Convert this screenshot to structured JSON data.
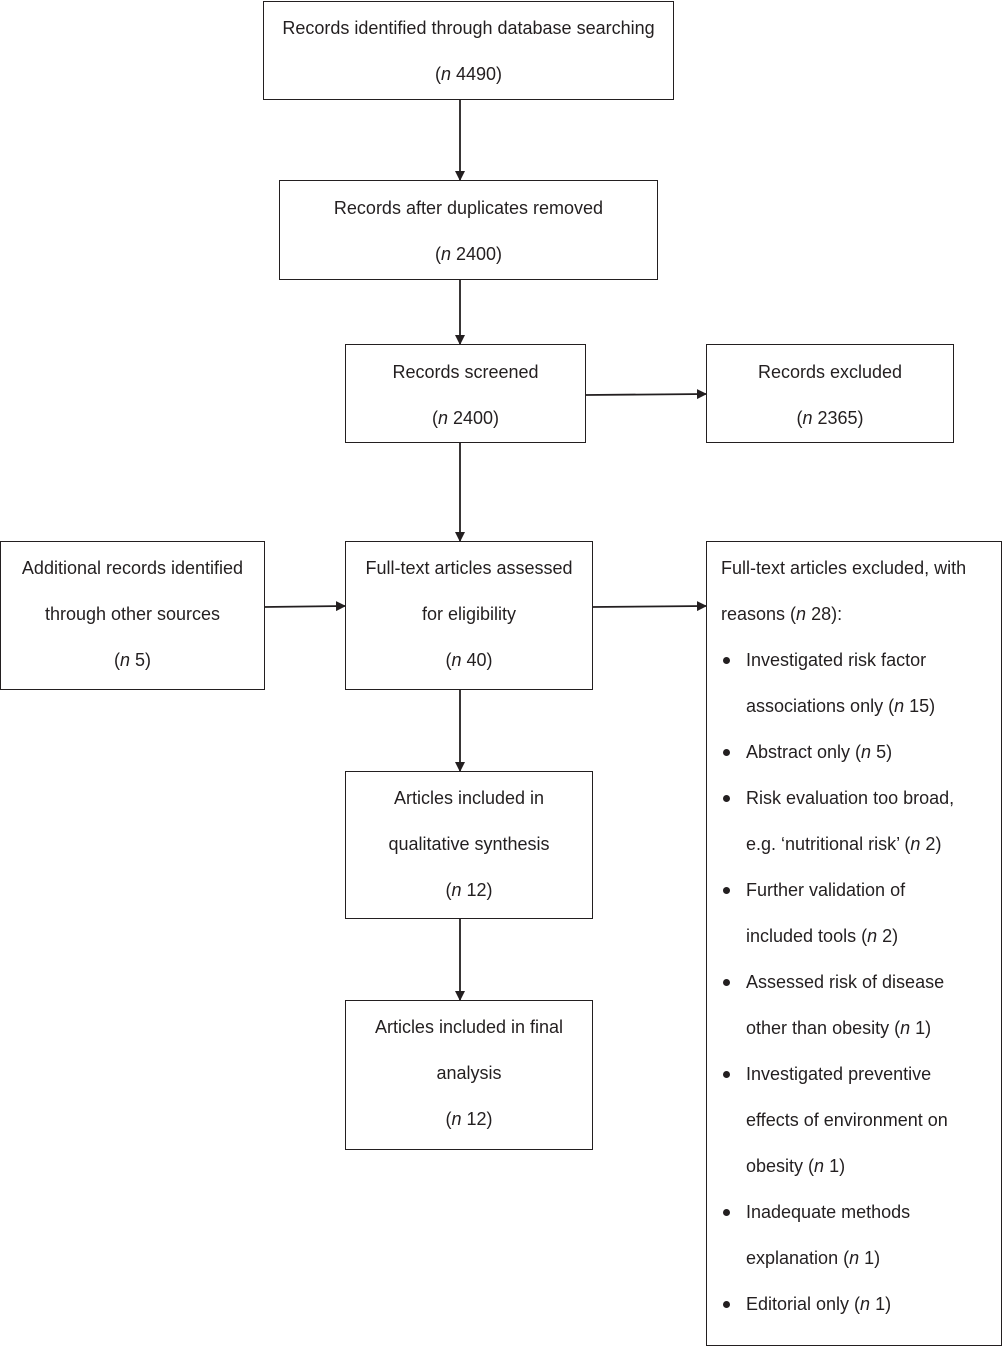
{
  "boxes": {
    "identified": {
      "line1": "Records identified through database searching",
      "count": "4490"
    },
    "after_duplicates": {
      "line1": "Records after duplicates removed",
      "count": "2400"
    },
    "screened": {
      "line1": "Records screened",
      "count": "2400"
    },
    "excluded": {
      "line1": "Records excluded",
      "count": "2365"
    },
    "additional": {
      "line1": "Additional records identified",
      "line2": "through other sources",
      "count": "5"
    },
    "fulltext": {
      "line1": "Full-text articles assessed",
      "line2": "for eligibility",
      "count": "40"
    },
    "qualitative": {
      "line1": "Articles included in",
      "line2": "qualitative synthesis",
      "count": "12"
    },
    "final": {
      "line1": "Articles included in final",
      "line2": "analysis",
      "count": "12"
    },
    "fulltext_excluded": {
      "line1": "Full-text articles excluded, with",
      "line2_prefix": "reasons (",
      "count": "28",
      "line2_suffix": "):",
      "reasons": [
        {
          "text1": "Investigated risk factor",
          "text2": "associations only (",
          "count": "15"
        },
        {
          "text1": "Abstract only (",
          "text2": "",
          "count": "5"
        },
        {
          "text1": "Risk evaluation too broad,",
          "text2": "e.g. ‘nutritional risk’ (",
          "count": "2"
        },
        {
          "text1": "Further validation of",
          "text2": "included tools (",
          "count": "2"
        },
        {
          "text1": "Assessed risk of disease",
          "text2": "other than obesity (",
          "count": "1"
        },
        {
          "text1": "Investigated preventive",
          "text2": "effects of environment on",
          "text3": "obesity (",
          "count": "1"
        },
        {
          "text1": "Inadequate methods",
          "text2": "explanation (",
          "count": "1"
        },
        {
          "text1": "Editorial only (",
          "text2": "",
          "count": "1"
        }
      ]
    }
  },
  "n_symbol": "n"
}
